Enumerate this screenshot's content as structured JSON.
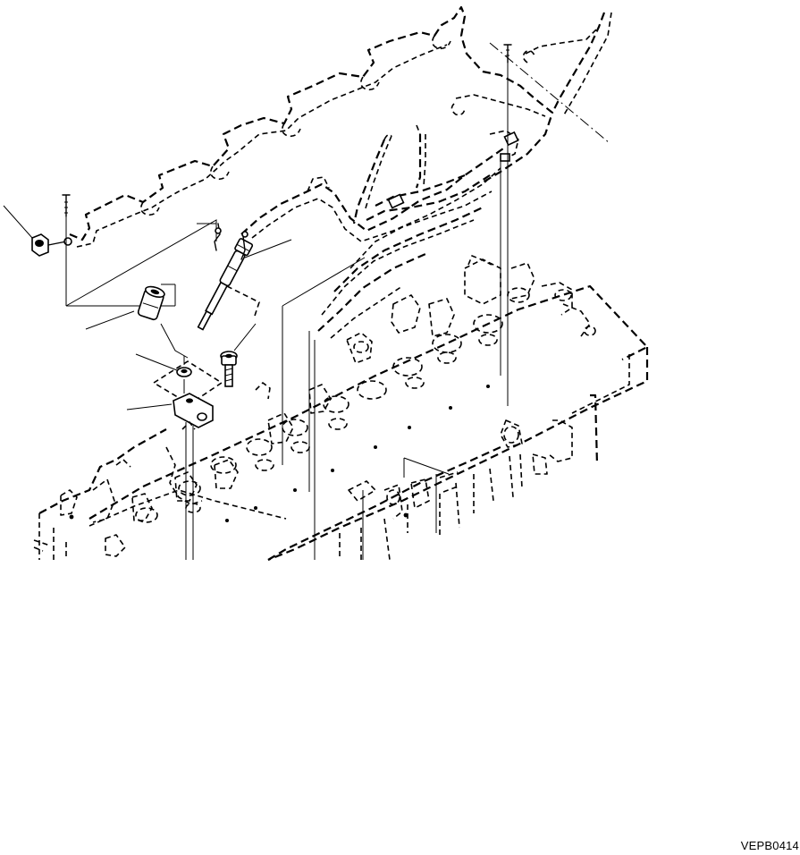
{
  "figure": {
    "code": "VEPB0414"
  },
  "parts": [
    {
      "name": "fuel-injection-pipe-assembly"
    },
    {
      "name": "injector-nozzle-holder"
    },
    {
      "name": "injector-sleeve"
    },
    {
      "name": "hold-down-clamp"
    },
    {
      "name": "clamp-bolt"
    },
    {
      "name": "washer"
    },
    {
      "name": "leak-off-pipe-banjo-fitting"
    },
    {
      "name": "cylinder-head"
    }
  ]
}
